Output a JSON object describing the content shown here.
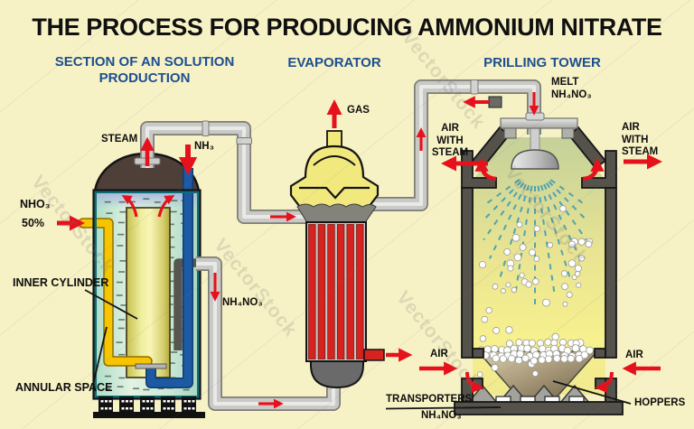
{
  "title": "THE PROCESS FOR PRODUCING AMMONIUM NITRATE",
  "sections": {
    "solution_line1": "SECTION OF AN SOLUTION",
    "solution_line2": "PRODUCTION",
    "evaporator": "EVAPORATOR",
    "prilling": "PRILLING TOWER"
  },
  "labels": {
    "steam": "STEAM",
    "nh3": "NH₃",
    "nho3": "NHO₃",
    "nho3_pct": "50%",
    "inner_cylinder": "INNER CYLINDER",
    "annular_space": "ANNULAR SPACE",
    "nh4no3_out": "NH₄NO₃",
    "gas": "GAS",
    "melt_line1": "MELT",
    "melt_line2": "NH₄NO₃",
    "aws": [
      "AIR",
      "WITH",
      "STEAM"
    ],
    "air": "AIR",
    "transporters": "TRANSPORTERS",
    "transporters_sub": "NH₄NO₃",
    "hoppers": "HOPPERS"
  },
  "watermark": {
    "text": "VectorStock"
  },
  "colors": {
    "background": "#f7f2c5",
    "accent_red": "#e5121d",
    "header_blue": "#1d4e91",
    "pipe_yellow": "#f6c400",
    "pipe_blue": "#1e5aa4",
    "tube_red": "#d6231f"
  }
}
